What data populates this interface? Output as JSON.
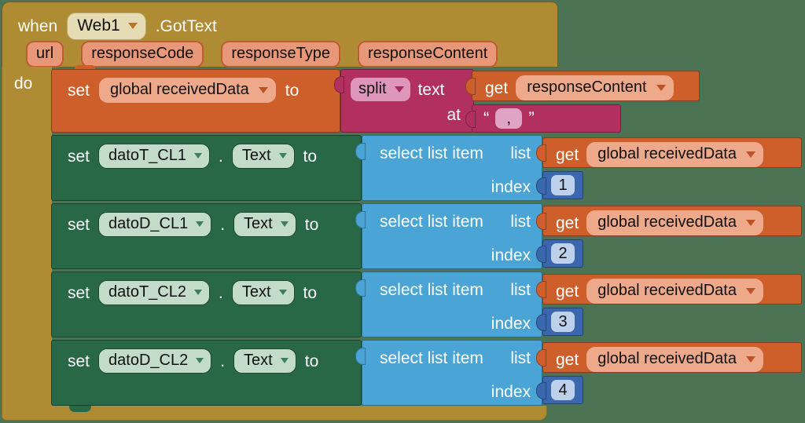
{
  "when": {
    "keyword": "when",
    "component": "Web1",
    "event": ".GotText",
    "do_label": "do",
    "params": [
      "url",
      "responseCode",
      "responseType",
      "responseContent"
    ]
  },
  "split_row": {
    "set": "set",
    "variable": "global receivedData",
    "to": "to",
    "split_label": "split",
    "text_label": "text",
    "get_label": "get",
    "source": "responseContent",
    "at_label": "at",
    "quote_open": "“",
    "separator": ",",
    "quote_close": "”"
  },
  "rows": [
    {
      "set": "set",
      "component": "datoT_CL1",
      "dot": ".",
      "property": "Text",
      "to": "to",
      "select_label": "select list item",
      "list_label": "list",
      "index_label": "index",
      "get_label": "get",
      "variable": "global receivedData",
      "index": "1"
    },
    {
      "set": "set",
      "component": "datoD_CL1",
      "dot": ".",
      "property": "Text",
      "to": "to",
      "select_label": "select list item",
      "list_label": "list",
      "index_label": "index",
      "get_label": "get",
      "variable": "global receivedData",
      "index": "2"
    },
    {
      "set": "set",
      "component": "datoT_CL2",
      "dot": ".",
      "property": "Text",
      "to": "to",
      "select_label": "select list item",
      "list_label": "list",
      "index_label": "index",
      "get_label": "get",
      "variable": "global receivedData",
      "index": "3"
    },
    {
      "set": "set",
      "component": "datoD_CL2",
      "dot": ".",
      "property": "Text",
      "to": "to",
      "select_label": "select list item",
      "list_label": "list",
      "index_label": "index",
      "get_label": "get",
      "variable": "global receivedData",
      "index": "4"
    }
  ],
  "colors": {
    "background": "#4B7354",
    "event_block": "#AF8B33",
    "variable_block": "#CE5F2B",
    "text_block": "#B23060",
    "setter_block": "#286847",
    "list_block": "#4AA5D6",
    "number_block": "#3A67AE"
  }
}
